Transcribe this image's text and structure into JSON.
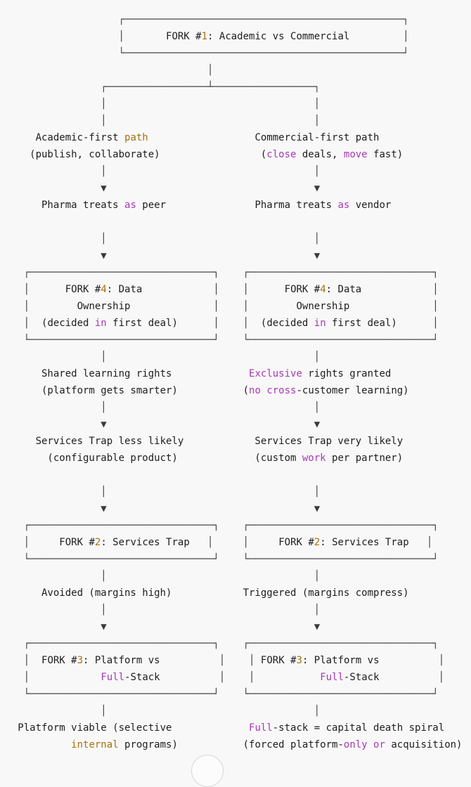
{
  "palette": {
    "background": "#f8f8f8",
    "text": "#1d1d1f",
    "line": "#3a3a3c",
    "accent_orange": "#a8710f",
    "accent_magenta": "#a73ab5",
    "fab_border": "#d9d9d9",
    "fab_fill": "#fcfcfc"
  },
  "diagram": {
    "lines": [
      [
        [
          "l",
          "                    ┌───────────────────────────────────────────────┐"
        ]
      ],
      [
        [
          "l",
          "                    │"
        ],
        [
          "t",
          "       FORK #"
        ],
        [
          "o",
          "1"
        ],
        [
          "t",
          ": Academic vs Commercial         "
        ],
        [
          "l",
          "│"
        ]
      ],
      [
        [
          "l",
          "                    └───────────────────────────────────────────────┘"
        ]
      ],
      [
        [
          "l",
          "                                   │"
        ]
      ],
      [
        [
          "l",
          "                 ┌─────────────────┴─────────────────┐"
        ]
      ],
      [
        [
          "l",
          "                 │                                   │"
        ]
      ],
      [
        [
          "l",
          "                 │                                   │"
        ]
      ],
      [
        [
          "t",
          "      Academic-first "
        ],
        [
          "o",
          "path"
        ],
        [
          "t",
          "                  Commercial-first path"
        ]
      ],
      [
        [
          "t",
          "     (publish, collaborate)                 ("
        ],
        [
          "m",
          "close"
        ],
        [
          "t",
          " deals, "
        ],
        [
          "m",
          "move"
        ],
        [
          "t",
          " fast)"
        ]
      ],
      [
        [
          "l",
          "                 │                                   │"
        ]
      ],
      [
        [
          "l",
          "                 ▼                                   ▼"
        ]
      ],
      [
        [
          "t",
          "       Pharma treats "
        ],
        [
          "m",
          "as"
        ],
        [
          "t",
          " peer               Pharma treats "
        ],
        [
          "m",
          "as"
        ],
        [
          "t",
          " vendor"
        ]
      ],
      [],
      [
        [
          "l",
          "                 │                                   │"
        ]
      ],
      [
        [
          "l",
          "                 ▼                                   ▼"
        ]
      ],
      [
        [
          "l",
          "    ┌───────────────────────────────┐    ┌───────────────────────────────┐"
        ]
      ],
      [
        [
          "l",
          "    │"
        ],
        [
          "t",
          "      FORK #"
        ],
        [
          "o",
          "4"
        ],
        [
          "t",
          ": Data            "
        ],
        [
          "l",
          "│"
        ],
        [
          "t",
          "    "
        ],
        [
          "l",
          "│"
        ],
        [
          "t",
          "      FORK #"
        ],
        [
          "o",
          "4"
        ],
        [
          "t",
          ": Data            "
        ],
        [
          "l",
          "│"
        ]
      ],
      [
        [
          "l",
          "    │"
        ],
        [
          "t",
          "        Ownership              "
        ],
        [
          "l",
          "│"
        ],
        [
          "t",
          "    "
        ],
        [
          "l",
          "│"
        ],
        [
          "t",
          "        Ownership              "
        ],
        [
          "l",
          "│"
        ]
      ],
      [
        [
          "l",
          "    │"
        ],
        [
          "t",
          "  (decided "
        ],
        [
          "m",
          "in"
        ],
        [
          "t",
          " first deal)      "
        ],
        [
          "l",
          "│"
        ],
        [
          "t",
          "    "
        ],
        [
          "l",
          "│"
        ],
        [
          "t",
          "  (decided "
        ],
        [
          "m",
          "in"
        ],
        [
          "t",
          " first deal)      "
        ],
        [
          "l",
          "│"
        ]
      ],
      [
        [
          "l",
          "    └───────────────────────────────┘    └───────────────────────────────┘"
        ]
      ],
      [
        [
          "l",
          "                 │                                   │"
        ]
      ],
      [
        [
          "t",
          "       Shared learning rights             "
        ],
        [
          "m",
          "Exclusive"
        ],
        [
          "t",
          " rights granted"
        ]
      ],
      [
        [
          "t",
          "       (platform gets smarter)           ("
        ],
        [
          "m",
          "no"
        ],
        [
          "t",
          " "
        ],
        [
          "m",
          "cross"
        ],
        [
          "t",
          "-customer learning)"
        ]
      ],
      [
        [
          "l",
          "                 │                                   │"
        ]
      ],
      [
        [
          "l",
          "                 ▼                                   ▼"
        ]
      ],
      [
        [
          "t",
          "      Services Trap less likely            Services Trap very likely"
        ]
      ],
      [
        [
          "t",
          "        (configurable product)             (custom "
        ],
        [
          "m",
          "work"
        ],
        [
          "t",
          " per partner)"
        ]
      ],
      [],
      [
        [
          "l",
          "                 │                                   │"
        ]
      ],
      [
        [
          "l",
          "                 ▼                                   ▼"
        ]
      ],
      [
        [
          "l",
          "    ┌───────────────────────────────┐    ┌───────────────────────────────┐"
        ]
      ],
      [
        [
          "l",
          "    │"
        ],
        [
          "t",
          "     FORK #"
        ],
        [
          "o",
          "2"
        ],
        [
          "t",
          ": Services Trap   "
        ],
        [
          "l",
          "│"
        ],
        [
          "t",
          "     "
        ],
        [
          "l",
          "│"
        ],
        [
          "t",
          "     FORK #"
        ],
        [
          "o",
          "2"
        ],
        [
          "t",
          ": Services Trap   "
        ],
        [
          "l",
          "│"
        ]
      ],
      [
        [
          "l",
          "    └───────────────────────────────┘    └───────────────────────────────┘"
        ]
      ],
      [
        [
          "l",
          "                 │                                   │"
        ]
      ],
      [
        [
          "t",
          "       Avoided (margins high)            Triggered (margins compress)"
        ]
      ],
      [
        [
          "l",
          "                 │                                   │"
        ]
      ],
      [
        [
          "l",
          "                 ▼                                   ▼"
        ]
      ],
      [
        [
          "l",
          "    ┌───────────────────────────────┐    ┌───────────────────────────────┐"
        ]
      ],
      [
        [
          "l",
          "    │"
        ],
        [
          "t",
          "  FORK #"
        ],
        [
          "o",
          "3"
        ],
        [
          "t",
          ": Platform vs          "
        ],
        [
          "l",
          "│"
        ],
        [
          "t",
          "    "
        ],
        [
          "l",
          "│"
        ],
        [
          "t",
          " FORK #"
        ],
        [
          "o",
          "3"
        ],
        [
          "t",
          ": Platform vs          "
        ],
        [
          "l",
          "│"
        ]
      ],
      [
        [
          "l",
          "    │"
        ],
        [
          "t",
          "            "
        ],
        [
          "m",
          "Full"
        ],
        [
          "t",
          "-Stack          "
        ],
        [
          "l",
          "│"
        ],
        [
          "t",
          "    "
        ],
        [
          "l",
          "│"
        ],
        [
          "t",
          "           "
        ],
        [
          "m",
          "Full"
        ],
        [
          "t",
          "-Stack          "
        ],
        [
          "l",
          "│"
        ]
      ],
      [
        [
          "l",
          "    └───────────────────────────────┘    └───────────────────────────────┘"
        ]
      ],
      [
        [
          "l",
          "                 │                                   │"
        ]
      ],
      [
        [
          "t",
          "   Platform viable (selective             "
        ],
        [
          "m",
          "Full"
        ],
        [
          "t",
          "-stack = capital death spiral"
        ]
      ],
      [
        [
          "t",
          "            "
        ],
        [
          "o",
          "internal"
        ],
        [
          "t",
          " programs)           (forced platform-"
        ],
        [
          "m",
          "only"
        ],
        [
          "t",
          " "
        ],
        [
          "m",
          "or"
        ],
        [
          "t",
          " acquisition)"
        ]
      ]
    ]
  }
}
